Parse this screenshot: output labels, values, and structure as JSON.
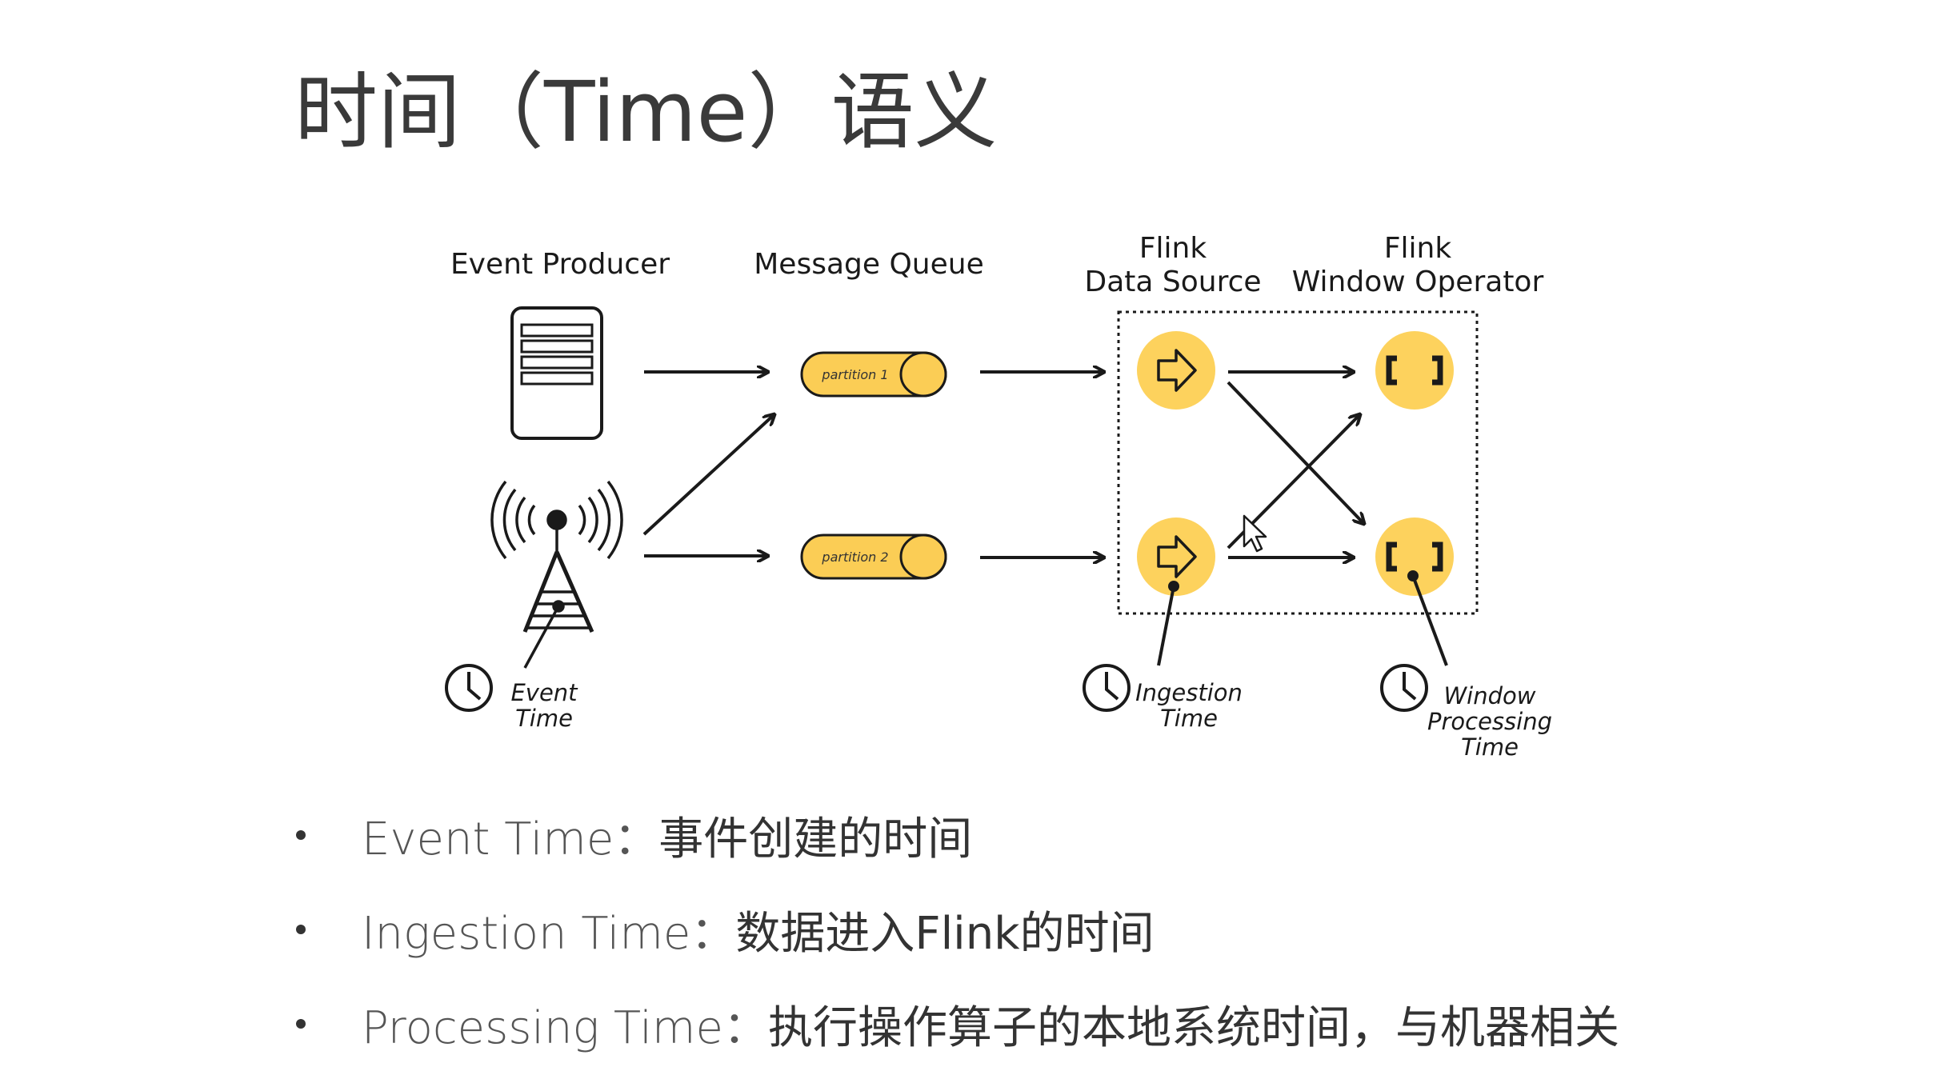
{
  "title": "时间（Time）语义",
  "diagram": {
    "headers": {
      "event_producer": "Event Producer",
      "message_queue": "Message Queue",
      "data_source_line1": "Flink",
      "data_source_line2": "Data Source",
      "window_operator_line1": "Flink",
      "window_operator_line2": "Window Operator"
    },
    "partitions": [
      "partition 1",
      "partition 2"
    ],
    "time_labels": {
      "event_time": [
        "Event",
        "Time"
      ],
      "ingestion_time": [
        "Ingestion",
        "Time"
      ],
      "window_processing_time": [
        "Window",
        "Processing",
        "Time"
      ]
    },
    "colors": {
      "node_fill": "#fdd25d",
      "partition_fill": "#fbcd55",
      "stroke": "#1a1a1a"
    },
    "icons": [
      "server-icon",
      "antenna-tower-icon",
      "clock-icon",
      "arrow-right-icon",
      "bracket-window-icon"
    ]
  },
  "bullets": [
    {
      "term": "Event Time：",
      "desc": "事件创建的时间"
    },
    {
      "term": "Ingestion Time：",
      "desc": "数据进入Flink的时间"
    },
    {
      "term": "Processing Time：",
      "desc": "执行操作算子的本地系统时间，与机器相关"
    }
  ]
}
